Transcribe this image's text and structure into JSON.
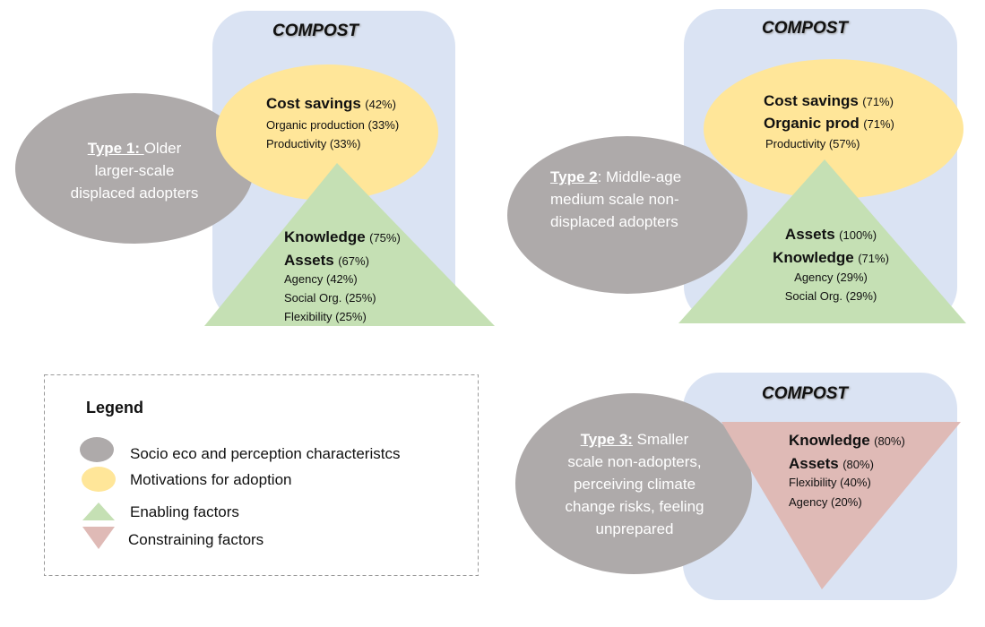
{
  "colors": {
    "panel": "#dae3f3",
    "socio": "#aeaaaa",
    "motivation": "#ffe699",
    "enabling": "#c5e0b4",
    "constraining": "#dfbab6"
  },
  "panel_title": "COMPOST",
  "type1": {
    "label": "Type 1: ",
    "desc_line1": "Older",
    "desc_line2": "larger-scale",
    "desc_line3": "displaced adopters",
    "motivations": [
      {
        "name": "Cost savings",
        "pct": "(42%)"
      },
      {
        "name": "Organic production",
        "pct": "(33%)"
      },
      {
        "name": "Productivity",
        "pct": "(33%)"
      }
    ],
    "enabling": [
      {
        "name": "Knowledge",
        "pct": "(75%)"
      },
      {
        "name": "Assets",
        "pct": "(67%)"
      },
      {
        "name": "Agency",
        "pct": "(42%)"
      },
      {
        "name": "Social Org.",
        "pct": "(25%)"
      },
      {
        "name": "Flexibility",
        "pct": "(25%)"
      }
    ]
  },
  "type2": {
    "label": "Type 2",
    "desc_line1": ": Middle-age",
    "desc_line2": "medium scale non-",
    "desc_line3": "displaced adopters",
    "motivations": [
      {
        "name": "Cost savings",
        "pct": "(71%)"
      },
      {
        "name": "Organic prod",
        "pct": "(71%)"
      },
      {
        "name": "Productivity",
        "pct": "(57%)"
      }
    ],
    "enabling": [
      {
        "name": "Assets",
        "pct": "(100%)"
      },
      {
        "name": "Knowledge",
        "pct": "(71%)"
      },
      {
        "name": "Agency",
        "pct": "(29%)"
      },
      {
        "name": "Social Org.",
        "pct": "(29%)"
      }
    ]
  },
  "type3": {
    "label": "Type 3:",
    "desc_line1": " Smaller",
    "desc_line2": "scale non-adopters,",
    "desc_line3": "perceiving climate",
    "desc_line4": "change risks, feeling",
    "desc_line5": "unprepared",
    "constraining": [
      {
        "name": "Knowledge",
        "pct": "(80%)"
      },
      {
        "name": "Assets",
        "pct": "(80%)"
      },
      {
        "name": "Flexibility",
        "pct": "(40%)"
      },
      {
        "name": "Agency",
        "pct": "(20%)"
      }
    ]
  },
  "legend": {
    "title": "Legend",
    "items": [
      "Socio eco and perception characteristcs",
      "Motivations for adoption",
      "Enabling factors",
      "Constraining factors"
    ]
  }
}
